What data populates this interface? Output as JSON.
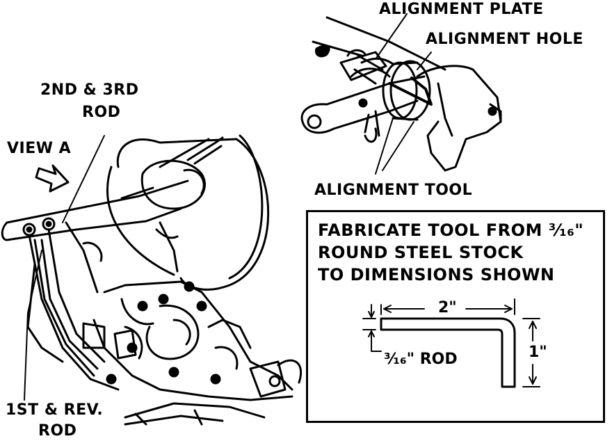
{
  "labels": {
    "alignment_plate": "ALIGNMENT PLATE",
    "alignment_hole": "ALIGNMENT HOLE",
    "alignment_tool": "ALIGNMENT TOOL",
    "rod_2nd_3rd_line1": "2ND & 3RD",
    "rod_2nd_3rd_line2": "ROD",
    "view_a": "VIEW A",
    "rod_1st_rev_line1": "1ST & REV.",
    "rod_1st_rev_line2": "ROD"
  },
  "tool_box": {
    "line1": "FABRICATE TOOL FROM ³⁄₁₆\"",
    "line2": "ROUND STEEL STOCK",
    "line3": "TO DIMENSIONS SHOWN",
    "dim_length": "2\"",
    "dim_height": "1\"",
    "dim_rod": "³⁄₁₆\" ROD"
  }
}
